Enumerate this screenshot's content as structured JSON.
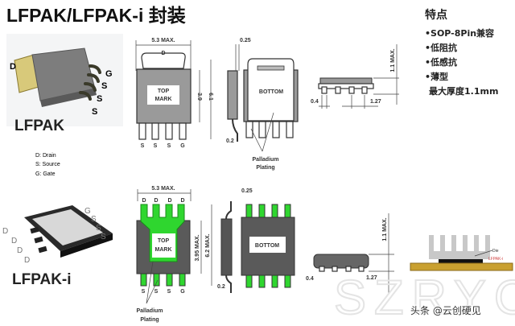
{
  "title": "LFPAK/LFPAK-i 封装",
  "features": {
    "heading": "特点",
    "items": [
      "•SOP-8Pin兼容",
      "•低阻抗",
      "•低感抗",
      "•薄型"
    ],
    "thickness": "最大厚度1.1mm"
  },
  "lfpak": {
    "name": "LFPAK",
    "pin_labels_3d": [
      "D",
      "G",
      "S",
      "S",
      "S"
    ],
    "legend": [
      "D: Drain",
      "S: Source",
      "G: Gate"
    ],
    "top_view": {
      "width": "5.3 MAX.",
      "tab": "D",
      "mark": [
        "TOP",
        "MARK"
      ],
      "dim_body": "3.9",
      "dim_total": "6.1",
      "pins": [
        "S",
        "S",
        "S",
        "G"
      ]
    },
    "side_view": {
      "lead_thickness": "0.25",
      "standoff": "0.2"
    },
    "bottom_view": {
      "label": "BOTTOM",
      "callout": [
        "Palladium",
        "Plating"
      ]
    },
    "end_view": {
      "height": "1.1 MAX.",
      "lead_width": "0.4",
      "pitch": "1.27"
    }
  },
  "lfpak_i": {
    "name": "LFPAK-i",
    "pin_labels_left": [
      "D",
      "D",
      "D",
      "D"
    ],
    "pin_labels_right": [
      "G",
      "S",
      "S",
      "S"
    ],
    "top_view": {
      "width": "5.3 MAX.",
      "pins_top": [
        "D",
        "D",
        "D",
        "D"
      ],
      "mark": [
        "TOP",
        "MARK"
      ],
      "dim_body": "3.95 MAX.",
      "dim_total": "6.2 MAX.",
      "pins": [
        "S",
        "S",
        "S",
        "G"
      ]
    },
    "side_view": {
      "lead_thickness": "0.25",
      "standoff": "0.2"
    },
    "bottom_view": {
      "label": "BOTTOM",
      "callout": [
        "Palladium",
        "Plating"
      ]
    },
    "end_view": {
      "height": "1.1 MAX.",
      "lead_width": "0.4",
      "pitch": "1.27"
    },
    "mount": {
      "die_label": "Die",
      "package_label": "LFPAK-i"
    }
  },
  "watermark": "SZRYC",
  "credit": "头条 @云创硬见",
  "colors": {
    "green": "#2fd62f",
    "gold": "#c9a030",
    "red_label": "#d04040"
  }
}
